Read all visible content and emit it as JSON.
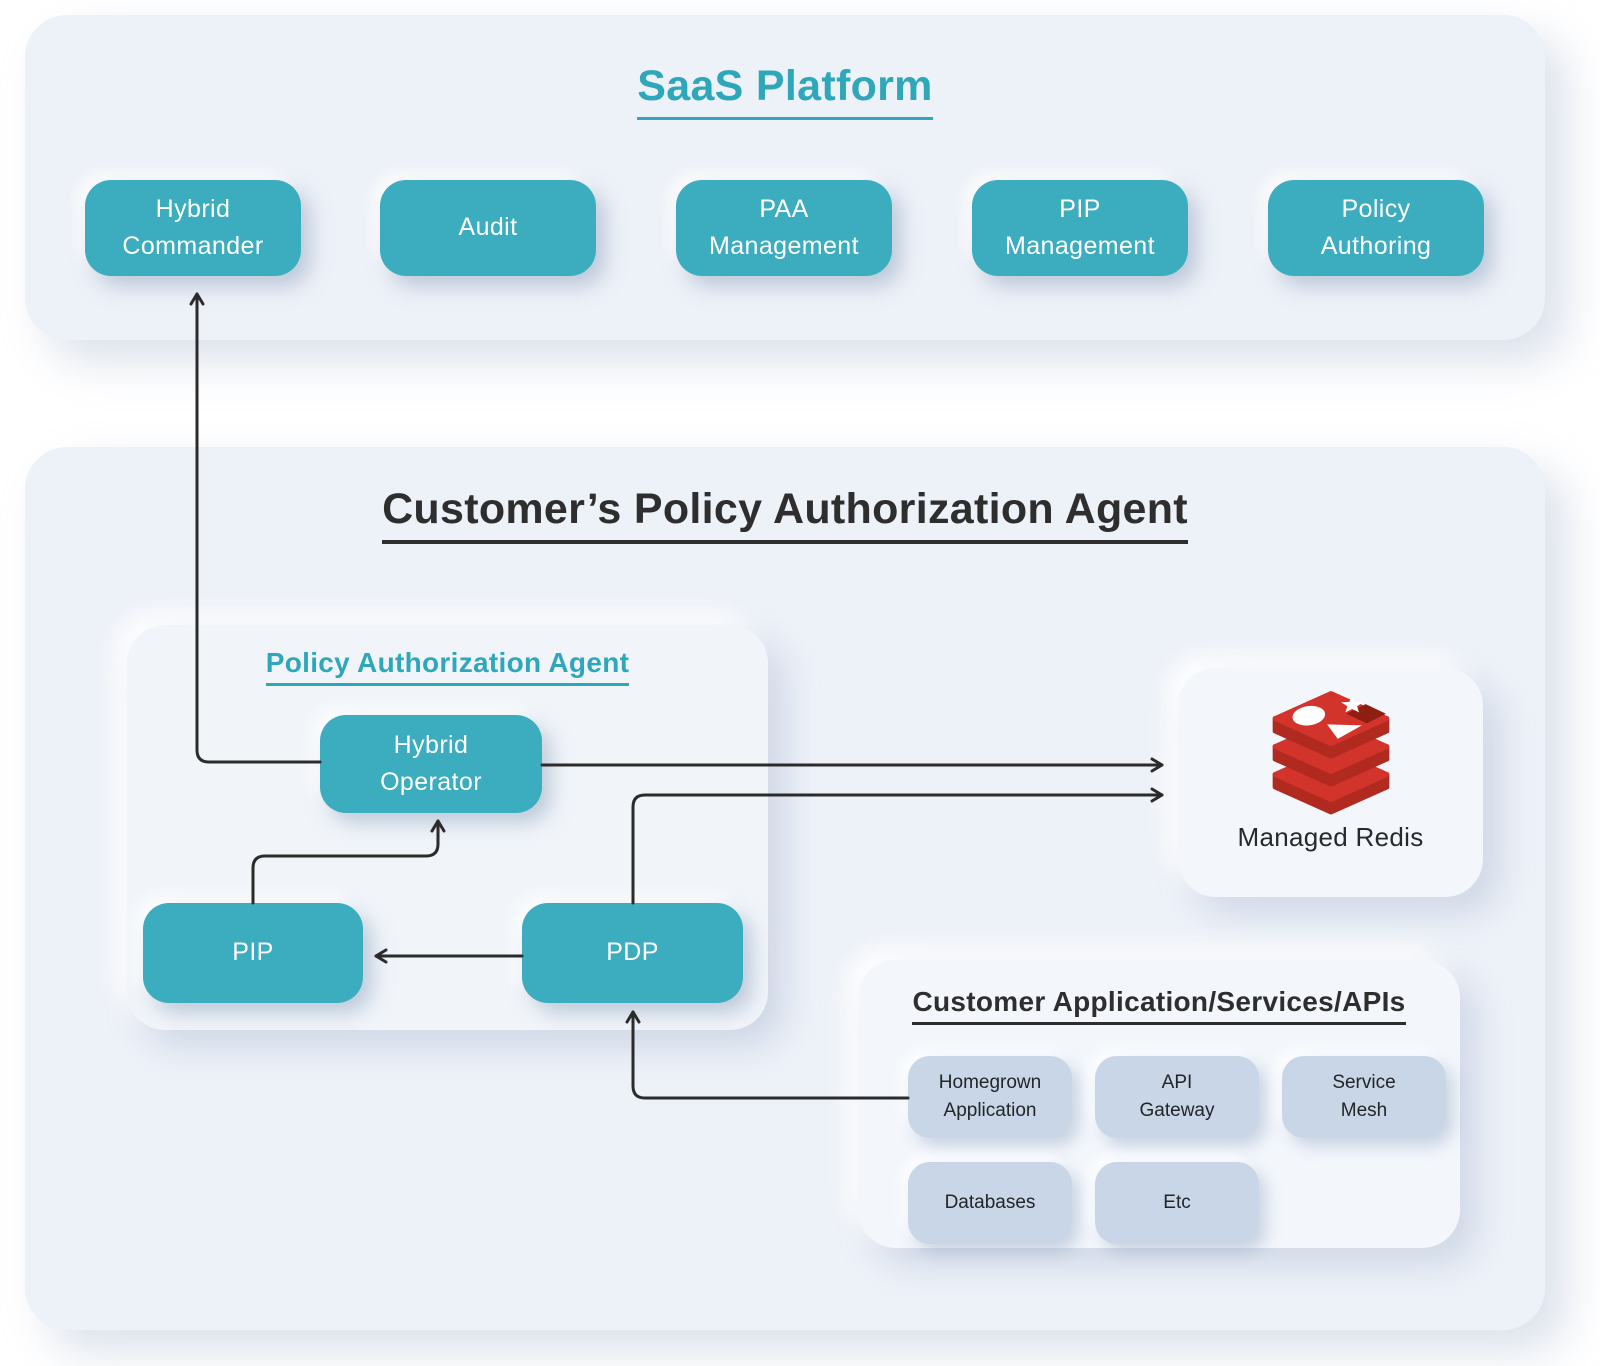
{
  "colors": {
    "teal_box": "#3badbe",
    "teal_title": "#2fa7bb",
    "dark_text": "#2e2e2e",
    "panel_bg": "#edf1f8",
    "gray_box": "#c9d6e8",
    "arrow": "#2b2b2b",
    "redis_red": "#d2342b"
  },
  "saas_platform": {
    "title": "SaaS Platform",
    "boxes": [
      {
        "label": "Hybrid\nCommander"
      },
      {
        "label": "Audit"
      },
      {
        "label": "PAA\nManagement"
      },
      {
        "label": "PIP\nManagement"
      },
      {
        "label": "Policy\nAuthoring"
      }
    ]
  },
  "customer_paa": {
    "title": "Customer’s Policy Authorization Agent",
    "inner_panel": {
      "title": "Policy Authorization Agent",
      "boxes": [
        {
          "label": "Hybrid\nOperator"
        },
        {
          "label": "PIP"
        },
        {
          "label": "PDP"
        }
      ]
    },
    "managed_redis": {
      "label": "Managed Redis",
      "icon": "redis-logo"
    },
    "customer_apps": {
      "title": "Customer Application/Services/APIs",
      "boxes": [
        {
          "label": "Homegrown\nApplication"
        },
        {
          "label": "API\nGateway"
        },
        {
          "label": "Service\nMesh"
        },
        {
          "label": "Databases"
        },
        {
          "label": "Etc"
        }
      ]
    }
  }
}
